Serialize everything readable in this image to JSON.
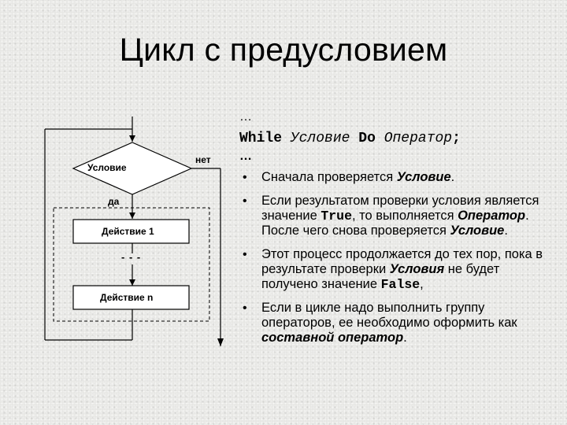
{
  "slide": {
    "title": "Цикл с предусловием"
  },
  "flowchart": {
    "condition_label": "Условие",
    "no_label": "нет",
    "yes_label": "да",
    "action1_label": "Действие 1",
    "dots_label": "- - -",
    "action_n_label": "Действие n"
  },
  "content": {
    "ellipsis_top": "…",
    "syntax": {
      "kw_while": "While",
      "condition": "Условие",
      "kw_do": "Do",
      "operator": "Оператор",
      "semicolon": ";"
    },
    "ellipsis_bottom": "…",
    "bullets": [
      {
        "text_1": "Сначала проверяется ",
        "bold_1": "Условие",
        "text_2": "."
      },
      {
        "text_1": "Если результатом проверки условия является значение ",
        "mono_1": "True",
        "text_2": ", то выполняется ",
        "bold_1": "Оператор",
        "text_3": ". После чего снова проверяется ",
        "bold_2": "Условие",
        "text_4": "."
      },
      {
        "text_1": "Этот процесс продолжается до тех пор, пока в результате проверки ",
        "bold_1": "Условия",
        "text_2": " не будет получено значение ",
        "mono_1": "False",
        "text_3": ","
      },
      {
        "text_1": "Если в цикле надо выполнить группу операторов, ее необходимо оформить как ",
        "bold_1": "составной оператор",
        "text_2": "."
      }
    ]
  }
}
